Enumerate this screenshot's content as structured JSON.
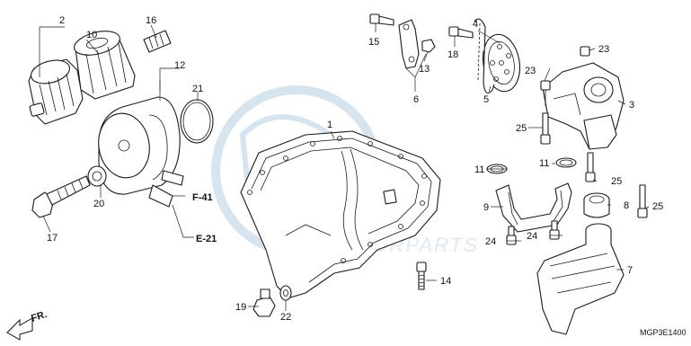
{
  "diagram": {
    "part_numbers": {
      "p1": "1",
      "p2": "2",
      "p3": "3",
      "p4": "4",
      "p5": "5",
      "p6": "6",
      "p7": "7",
      "p8": "8",
      "p9": "9",
      "p10": "10",
      "p11a": "11",
      "p11b": "11",
      "p12": "12",
      "p13": "13",
      "p14": "14",
      "p15": "15",
      "p16": "16",
      "p17": "17",
      "p18": "18",
      "p19": "19",
      "p20": "20",
      "p21": "21",
      "p22": "22",
      "p23a": "23",
      "p23b": "23",
      "p24a": "24",
      "p24b": "24",
      "p25a": "25",
      "p25b": "25",
      "p25c": "25"
    },
    "references": {
      "f41": "F-41",
      "e21": "E-21"
    },
    "direction_label": "FR.",
    "drawing_code": "MGP3E1400",
    "watermark_text": "MOTORPARTS"
  }
}
